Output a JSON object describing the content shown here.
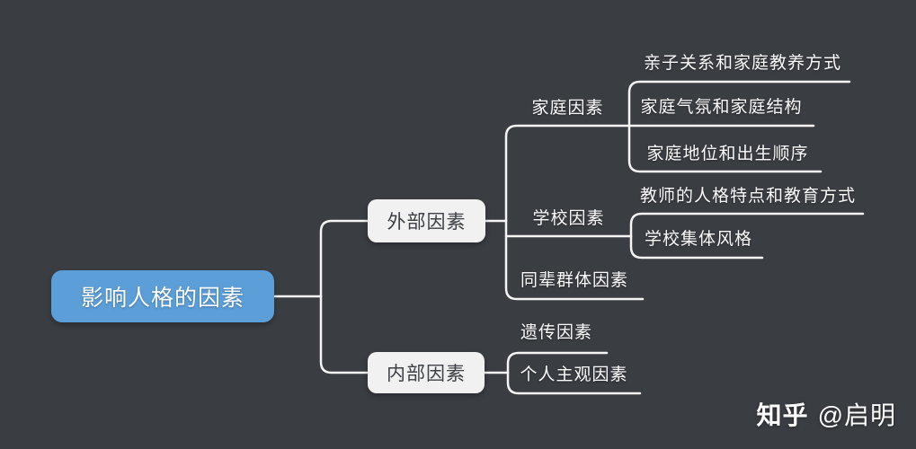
{
  "background_color": "#3a3d42",
  "line_color": "#f5f5f5",
  "root": {
    "label": "影响人格的因素",
    "fill_color": "#5b9ed8",
    "text_color": "#ffffff"
  },
  "branch_box_color": "#f1f1f2",
  "branch_box_text_color": "#3d4045",
  "branches": [
    {
      "label": "外部因素",
      "children": [
        {
          "label": "家庭因素",
          "children": [
            "亲子关系和家庭教养方式",
            "家庭气氛和家庭结构",
            "家庭地位和出生顺序"
          ]
        },
        {
          "label": "学校因素",
          "children": [
            "教师的人格特点和教育方式",
            "学校集体风格"
          ]
        },
        {
          "label": "同辈群体因素",
          "children": []
        }
      ]
    },
    {
      "label": "内部因素",
      "children": [
        {
          "label": "遗传因素",
          "children": []
        },
        {
          "label": "个人主观因素",
          "children": []
        }
      ]
    }
  ],
  "watermark": {
    "brand": "知乎",
    "handle": "@启明"
  }
}
